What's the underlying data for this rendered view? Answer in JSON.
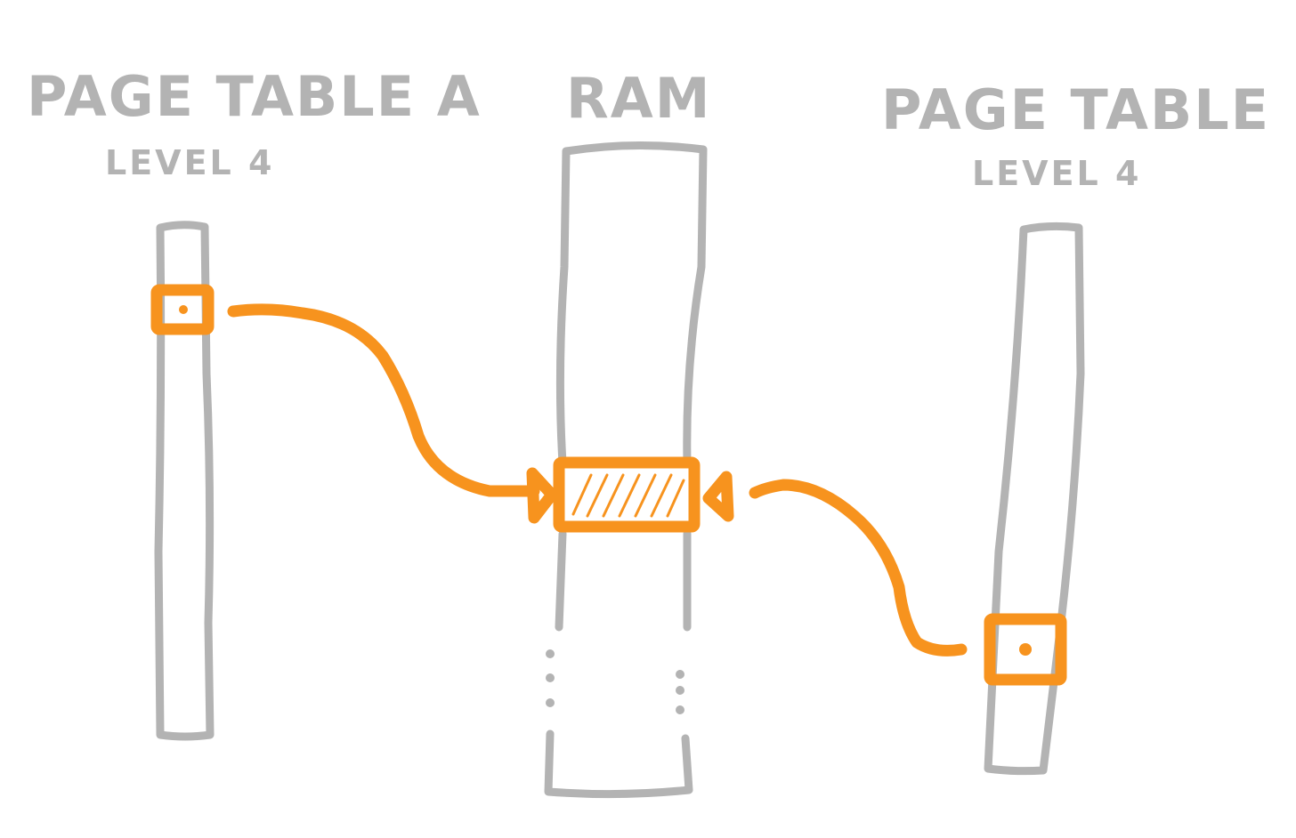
{
  "labels": {
    "table_a_title": "PAGE TABLE A",
    "table_a_level": "LEVEL 4",
    "ram_title": "RAM",
    "table_b_title": "PAGE TABLE B",
    "table_b_level": "LEVEL 4"
  },
  "colors": {
    "structure": "#b3b3b3",
    "highlight": "#f7931e",
    "background": "#ffffff"
  }
}
